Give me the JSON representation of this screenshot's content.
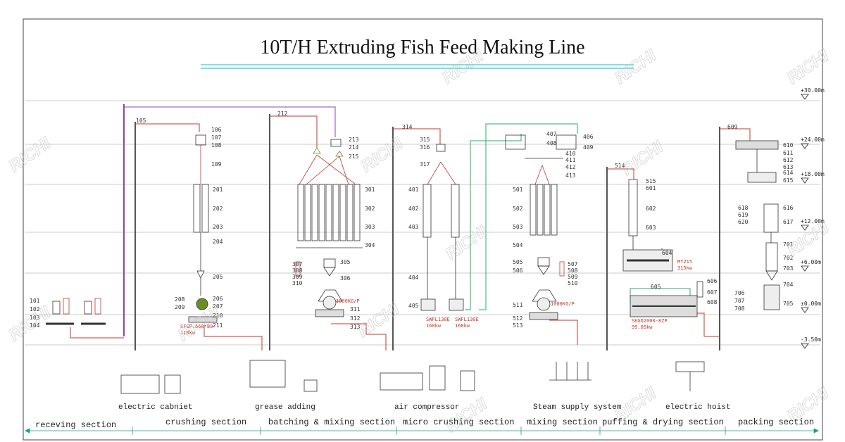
{
  "title": "10T/H Extruding Fish Feed Making Line",
  "watermark": "RICHI",
  "levels": [
    "+30.00m",
    "+24.00m",
    "+18.00m",
    "+12.00m",
    "+6.00m",
    "±0.00m",
    "-3.50m"
  ],
  "sections": [
    "receving section",
    "crushing section",
    "batching & mixing section",
    "micro crushing section",
    "mixing section",
    "puffing & drying section",
    "packing section"
  ],
  "equipment_labels": [
    "electric cabniet",
    "grease adding",
    "air compressor",
    "Steam supply system",
    "electric hoist"
  ],
  "machine_notes": {
    "crusher": [
      "SFSP.668*80",
      "110kw"
    ],
    "mixer1": "1000KG/P",
    "micro1": [
      "SWFL130E",
      "160kw"
    ],
    "micro2": [
      "SWFL130E",
      "160kw"
    ],
    "mixer2": "1000KG/P",
    "extruder": [
      "MY215",
      "315kw"
    ],
    "dryer": [
      "SKGD2000-8ZP",
      "99.05kw"
    ]
  },
  "tags": {
    "receiving": [
      "101",
      "102",
      "103",
      "104"
    ],
    "crushing_top": [
      "105",
      "106",
      "107",
      "108",
      "109"
    ],
    "crushing_bins": [
      "201",
      "202",
      "203",
      "204",
      "205"
    ],
    "crushing_bottom": [
      "206",
      "207",
      "208",
      "209",
      "210",
      "211"
    ],
    "batching_top": [
      "212",
      "213",
      "214",
      "215"
    ],
    "batching_bins": [
      "301",
      "302",
      "303",
      "304",
      "305",
      "306"
    ],
    "batching_left": [
      "307",
      "308",
      "309",
      "310"
    ],
    "batching_bottom": [
      "311",
      "312",
      "313"
    ],
    "micro_top": [
      "314",
      "315",
      "316",
      "317"
    ],
    "micro_bins": [
      "401",
      "402",
      "403",
      "404",
      "405"
    ],
    "mixing_top": [
      "406",
      "407",
      "408",
      "409",
      "410",
      "411",
      "412",
      "413"
    ],
    "mixing_bins": [
      "501",
      "502",
      "503",
      "504",
      "505",
      "506"
    ],
    "mixing_right": [
      "507",
      "508",
      "509",
      "510"
    ],
    "mixing_bottom": [
      "511",
      "512",
      "513"
    ],
    "puffing": [
      "514",
      "515",
      "601",
      "602",
      "603",
      "604",
      "605",
      "606",
      "607",
      "608"
    ],
    "packing_top": [
      "609",
      "610",
      "611",
      "612",
      "613",
      "614",
      "615"
    ],
    "packing_mid": [
      "616",
      "617",
      "618",
      "619",
      "620"
    ],
    "packing_bottom": [
      "701",
      "702",
      "703",
      "704",
      "705",
      "706",
      "707",
      "708"
    ]
  },
  "colors": {
    "border": "#444444",
    "hoist": "#8e44ad",
    "pipe": "#c0392b",
    "steam": "#27ae60",
    "line": "#9e9e9e",
    "section_line": "#16a085",
    "cyan": "#00bcd4"
  }
}
